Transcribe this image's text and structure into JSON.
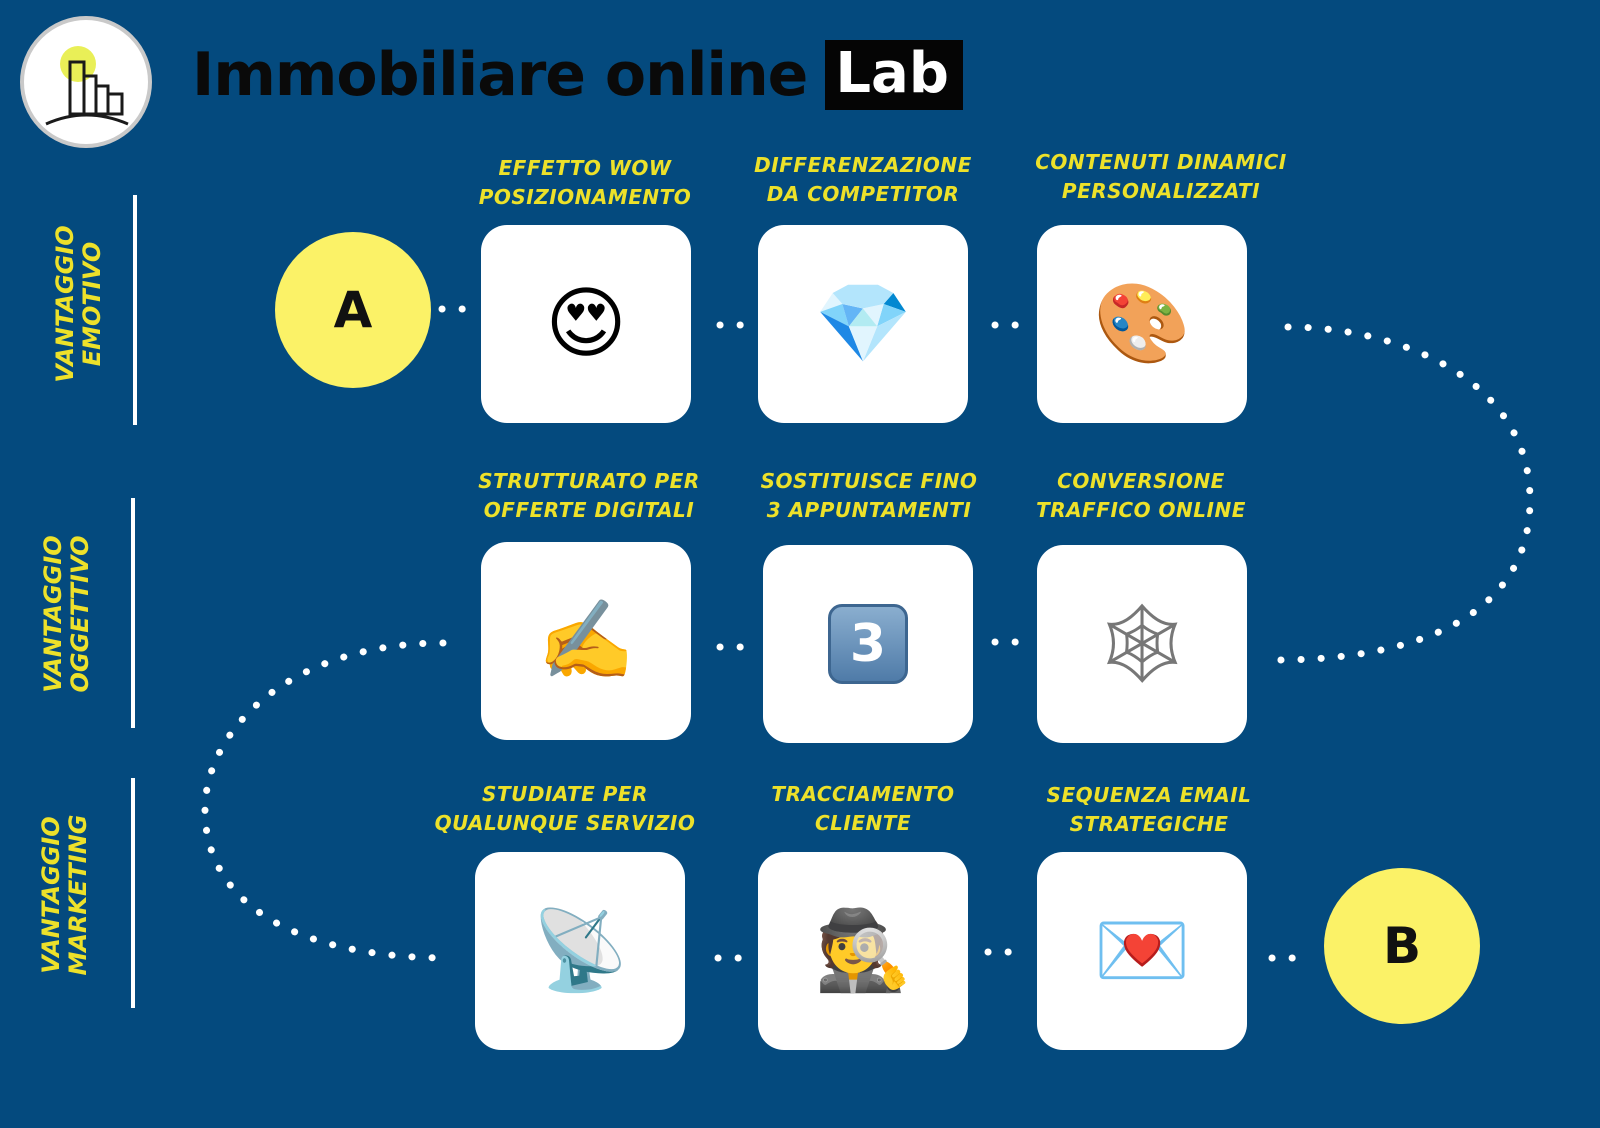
{
  "header": {
    "title_main": "Immobiliare online",
    "title_badge": "Lab"
  },
  "rows": [
    {
      "label_line1": "VANTAGGIO",
      "label_line2": "EMOTIVO"
    },
    {
      "label_line1": "VANTAGGIO",
      "label_line2": "OGGETTIVO"
    },
    {
      "label_line1": "VANTAGGIO",
      "label_line2": "MARKETING"
    }
  ],
  "cards": [
    {
      "line1": "EFFETTO WOW",
      "line2": "POSIZIONAMENTO",
      "icon": "😍",
      "icon_name": "heart-eyes-emoji"
    },
    {
      "line1": "DIFFERENZAZIONE",
      "line2": "DA COMPETITOR",
      "icon": "💎",
      "icon_name": "gem-emoji"
    },
    {
      "line1": "CONTENUTI DINAMICI",
      "line2": "PERSONALIZZATI",
      "icon": "🎨",
      "icon_name": "palette-emoji"
    },
    {
      "line1": "STRUTTURATO PER",
      "line2": "OFFERTE DIGITALI",
      "icon": "✍️",
      "icon_name": "writing-hand-emoji"
    },
    {
      "line1": "SOSTITUISCE FINO",
      "line2": "3 APPUNTAMENTI",
      "icon": "3",
      "icon_name": "keycap-three-emoji"
    },
    {
      "line1": "CONVERSIONE",
      "line2": "TRAFFICO ONLINE",
      "icon": "🕸",
      "icon_name": "spider-web-emoji"
    },
    {
      "line1": "STUDIATE PER",
      "line2": "QUALUNQUE SERVIZIO",
      "icon": "📡",
      "icon_name": "satellite-dish-emoji"
    },
    {
      "line1": "TRACCIAMENTO",
      "line2": "CLIENTE",
      "icon": "🕵️",
      "icon_name": "detective-emoji"
    },
    {
      "line1": "SEQUENZA EMAIL",
      "line2": "STRATEGICHE",
      "icon": "💌",
      "icon_name": "love-letter-emoji"
    }
  ],
  "nodes": {
    "start": "A",
    "end": "B"
  },
  "colors": {
    "background": "#044a7e",
    "accent_yellow": "#ede12a",
    "node_yellow": "#fbf267",
    "dots": "#ffffff",
    "card": "#ffffff"
  }
}
